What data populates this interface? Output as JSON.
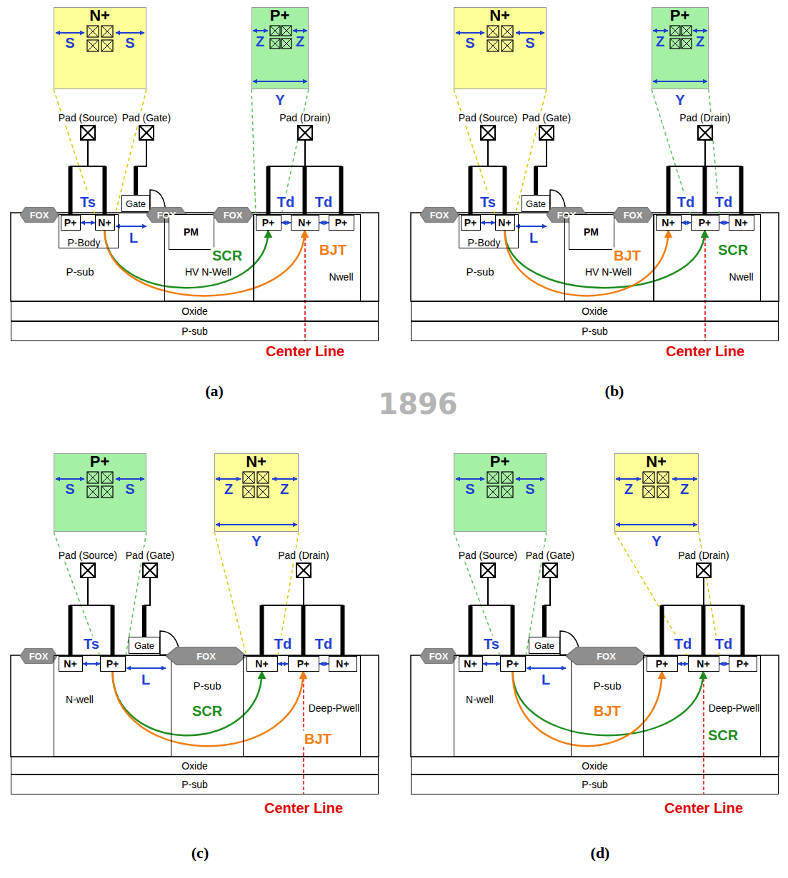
{
  "diagram": {
    "nodes": [
      {
        "text": [
          "N+"
        ]
      },
      {
        "text": [
          "P+"
        ]
      },
      {
        "text": [
          "Pad (Source)"
        ]
      },
      {
        "text": [
          "Pad (Gate)"
        ]
      },
      {
        "text": [
          "Pad (Drain)"
        ]
      },
      {
        "text": [
          "FOX"
        ]
      },
      {
        "text": [
          "P-Body"
        ]
      },
      {
        "text": [
          "P+"
        ],
        "in": 6
      },
      {
        "text": [
          "N+"
        ],
        "in": 6
      },
      {
        "text": [
          "Gate"
        ]
      },
      {
        "text": [
          "FOX"
        ]
      },
      {
        "text": [
          "HV N-Well"
        ]
      },
      {
        "text": [
          "PM"
        ],
        "in": 11
      },
      {
        "text": [
          "FOX"
        ]
      },
      {
        "text": [
          "Nwell"
        ]
      },
      {
        "text": [
          "P+"
        ],
        "in": 14
      },
      {
        "text": [
          "N+"
        ],
        "in": 14
      },
      {
        "text": [
          "P+"
        ],
        "in": 14
      },
      {
        "text": [
          "Oxide"
        ]
      },
      {
        "text": [
          "P-sub"
        ]
      },
      {
        "text": [
          "N+"
        ]
      },
      {
        "text": [
          "P+"
        ]
      },
      {
        "text": [
          "Pad (Source)"
        ]
      },
      {
        "text": [
          "Pad (Gate)"
        ]
      },
      {
        "text": [
          "Pad (Drain)"
        ]
      },
      {
        "text": [
          "FOX"
        ]
      },
      {
        "text": [
          "P-Body"
        ]
      },
      {
        "text": [
          "P+"
        ],
        "in": 26
      },
      {
        "text": [
          "N+"
        ],
        "in": 26
      },
      {
        "text": [
          "Gate"
        ]
      },
      {
        "text": [
          "FOX"
        ]
      },
      {
        "text": [
          "HV N-Well"
        ]
      },
      {
        "text": [
          "PM"
        ],
        "in": 31
      },
      {
        "text": [
          "FOX"
        ]
      },
      {
        "text": [
          "Nwell"
        ]
      },
      {
        "text": [
          "N+"
        ],
        "in": 34
      },
      {
        "text": [
          "P+"
        ],
        "in": 34
      },
      {
        "text": [
          "N+"
        ],
        "in": 34
      },
      {
        "text": [
          "Oxide"
        ]
      },
      {
        "text": [
          "P-sub"
        ]
      },
      {
        "text": [
          "P+"
        ]
      },
      {
        "text": [
          "N+"
        ]
      },
      {
        "text": [
          "Pad (Source)"
        ]
      },
      {
        "text": [
          "Pad (Gate)"
        ]
      },
      {
        "text": [
          "Pad (Drain)"
        ]
      },
      {
        "text": [
          "FOX"
        ]
      },
      {
        "text": [
          "N-well"
        ]
      },
      {
        "text": [
          "N+"
        ],
        "in": 46
      },
      {
        "text": [
          "P+"
        ],
        "in": 46
      },
      {
        "text": [
          "Gate"
        ]
      },
      {
        "text": [
          "FOX"
        ]
      },
      {
        "text": [
          "Deep-Pwell"
        ]
      },
      {
        "text": [
          "N+"
        ],
        "in": 51
      },
      {
        "text": [
          "P+"
        ],
        "in": 51
      },
      {
        "text": [
          "N+"
        ],
        "in": 51
      },
      {
        "text": [
          "Oxide"
        ]
      },
      {
        "text": [
          "P-sub"
        ]
      },
      {
        "text": [
          "P+"
        ]
      },
      {
        "text": [
          "N+"
        ]
      },
      {
        "text": [
          "Pad (Source)"
        ]
      },
      {
        "text": [
          "Pad (Gate)"
        ]
      },
      {
        "text": [
          "Pad (Drain)"
        ]
      },
      {
        "text": [
          "FOX"
        ]
      },
      {
        "text": [
          "N-well"
        ]
      },
      {
        "text": [
          "N+"
        ],
        "in": 63
      },
      {
        "text": [
          "P+"
        ],
        "in": 63
      },
      {
        "text": [
          "Gate"
        ]
      },
      {
        "text": [
          "FOX"
        ]
      },
      {
        "text": [
          "Deep-Pwell"
        ]
      },
      {
        "text": [
          "P+"
        ],
        "in": 68
      },
      {
        "text": [
          "N+"
        ],
        "in": 68
      },
      {
        "text": [
          "P+"
        ],
        "in": 68
      },
      {
        "text": [
          "Oxide"
        ]
      },
      {
        "text": [
          "P-sub"
        ]
      }
    ],
    "edges": [
      {
        "from": 2,
        "to": 7,
        "arrow": "none"
      },
      {
        "from": 2,
        "to": 8,
        "arrow": "none"
      },
      {
        "from": 3,
        "to": 9,
        "arrow": "none"
      },
      {
        "from": 4,
        "to": 15,
        "arrow": "none"
      },
      {
        "from": 4,
        "to": 16,
        "arrow": "none"
      },
      {
        "from": 4,
        "to": 17,
        "arrow": "none"
      },
      {
        "from": 8,
        "to": 15,
        "label": "SCR",
        "arrow": "to"
      },
      {
        "from": 8,
        "to": 16,
        "label": "BJT",
        "arrow": "to"
      },
      {
        "from": 22,
        "to": 27,
        "arrow": "none"
      },
      {
        "from": 22,
        "to": 28,
        "arrow": "none"
      },
      {
        "from": 23,
        "to": 29,
        "arrow": "none"
      },
      {
        "from": 24,
        "to": 35,
        "arrow": "none"
      },
      {
        "from": 24,
        "to": 36,
        "arrow": "none"
      },
      {
        "from": 24,
        "to": 37,
        "arrow": "none"
      },
      {
        "from": 28,
        "to": 36,
        "label": "SCR",
        "arrow": "to"
      },
      {
        "from": 28,
        "to": 35,
        "label": "BJT",
        "arrow": "to"
      },
      {
        "from": 42,
        "to": 47,
        "arrow": "none"
      },
      {
        "from": 42,
        "to": 48,
        "arrow": "none"
      },
      {
        "from": 43,
        "to": 49,
        "arrow": "none"
      },
      {
        "from": 44,
        "to": 52,
        "arrow": "none"
      },
      {
        "from": 44,
        "to": 53,
        "arrow": "none"
      },
      {
        "from": 44,
        "to": 54,
        "arrow": "none"
      },
      {
        "from": 48,
        "to": 52,
        "label": "SCR",
        "arrow": "to"
      },
      {
        "from": 48,
        "to": 53,
        "label": "BJT",
        "arrow": "to"
      },
      {
        "from": 59,
        "to": 64,
        "arrow": "none"
      },
      {
        "from": 59,
        "to": 65,
        "arrow": "none"
      },
      {
        "from": 60,
        "to": 66,
        "arrow": "none"
      },
      {
        "from": 61,
        "to": 69,
        "arrow": "none"
      },
      {
        "from": 61,
        "to": 70,
        "arrow": "none"
      },
      {
        "from": 61,
        "to": 71,
        "arrow": "none"
      },
      {
        "from": 65,
        "to": 70,
        "label": "SCR",
        "arrow": "to"
      },
      {
        "from": 65,
        "to": 69,
        "label": "BJT",
        "arrow": "to"
      }
    ],
    "labels": [
      "S",
      "S",
      "Z",
      "Z",
      "Y",
      "Ts",
      "L",
      "Td",
      "Td",
      "P-sub",
      "Center Line",
      "(a)",
      "S",
      "S",
      "Z",
      "Z",
      "Y",
      "Ts",
      "L",
      "Td",
      "Td",
      "P-sub",
      "Center Line",
      "(b)",
      "S",
      "S",
      "Z",
      "Z",
      "Y",
      "Ts",
      "L",
      "Td",
      "Td",
      "P-sub",
      "Center Line",
      "(c)",
      "S",
      "S",
      "Z",
      "Z",
      "Y",
      "Ts",
      "L",
      "Td",
      "Td",
      "P-sub",
      "Center Line",
      "(d)",
      "1896"
    ]
  }
}
